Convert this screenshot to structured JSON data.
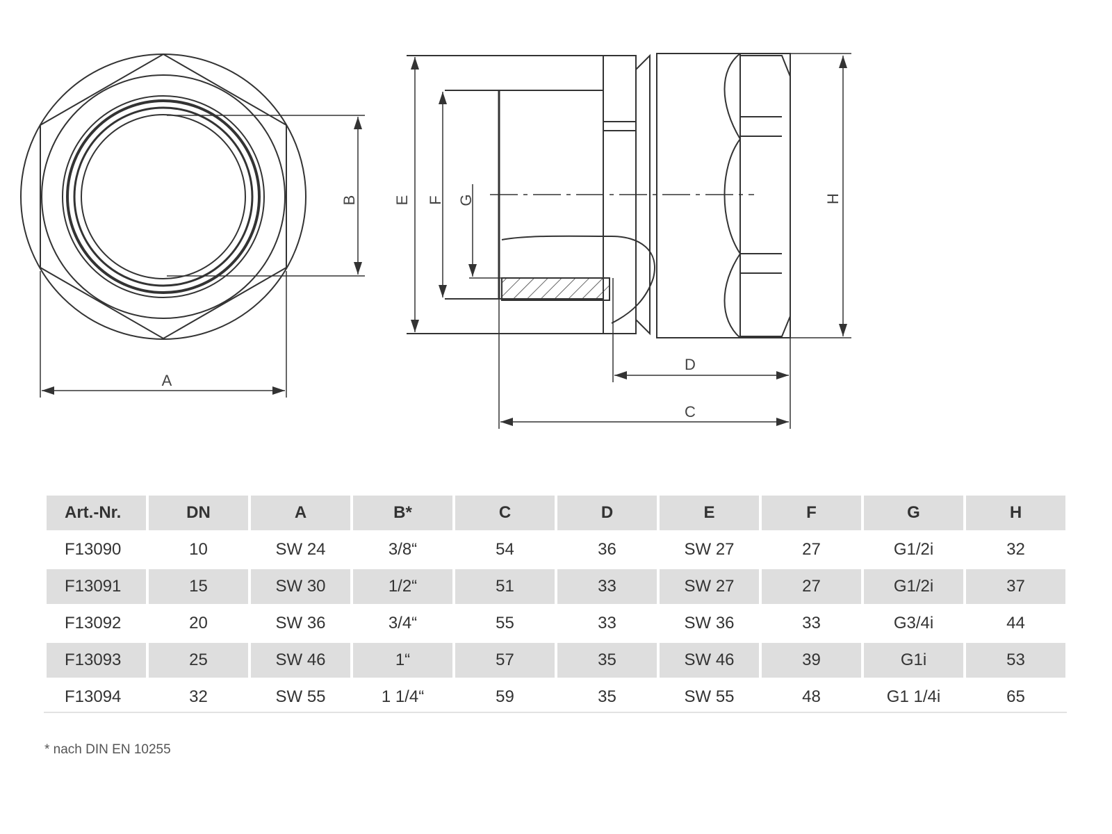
{
  "drawing": {
    "front_view_labels": {
      "a": "A",
      "b": "B"
    },
    "side_view_labels": {
      "c": "C",
      "d": "D",
      "e": "E",
      "f": "F",
      "g": "G",
      "h": "H"
    }
  },
  "table": {
    "headers": [
      "Art.-Nr.",
      "DN",
      "A",
      "B*",
      "C",
      "D",
      "E",
      "F",
      "G",
      "H"
    ],
    "rows": [
      [
        "F13090",
        "10",
        "SW 24",
        "3/8“",
        "54",
        "36",
        "SW 27",
        "27",
        "G1/2i",
        "32"
      ],
      [
        "F13091",
        "15",
        "SW 30",
        "1/2“",
        "51",
        "33",
        "SW 27",
        "27",
        "G1/2i",
        "37"
      ],
      [
        "F13092",
        "20",
        "SW 36",
        "3/4“",
        "55",
        "33",
        "SW 36",
        "33",
        "G3/4i",
        "44"
      ],
      [
        "F13093",
        "25",
        "SW 46",
        "1“",
        "57",
        "35",
        "SW 46",
        "39",
        "G1i",
        "53"
      ],
      [
        "F13094",
        "32",
        "SW 55",
        "1 1/4“",
        "59",
        "35",
        "SW 55",
        "48",
        "G1 1/4i",
        "65"
      ]
    ]
  },
  "footnote": "* nach DIN EN 10255"
}
